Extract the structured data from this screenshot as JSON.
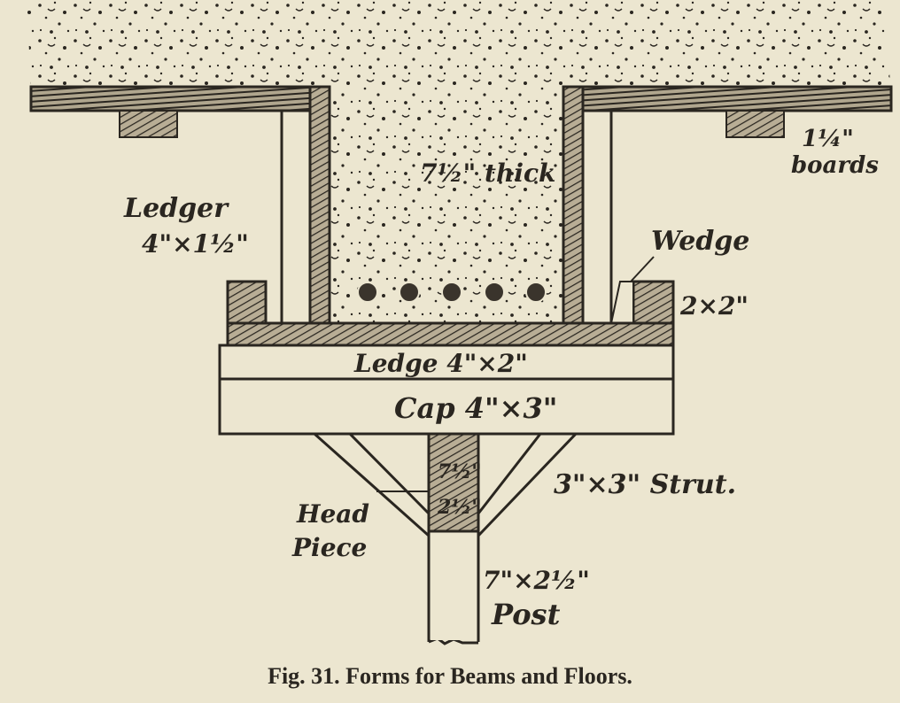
{
  "figure": {
    "caption": "Fig. 31.  Forms for Beams and Floors.",
    "colors": {
      "paper": "#ece6d0",
      "ink": "#2a2620",
      "wood": "#8a8070"
    }
  },
  "labels": {
    "slab_thickness": "7½\" thick",
    "boards_size": "1¼\"",
    "boards": "boards",
    "ledger": "Ledger",
    "ledger_size": "4\"×1½\"",
    "wedge": "Wedge",
    "block_size": "2×2\"",
    "ledge": "Ledge 4\"×2\"",
    "cap": "Cap 4\"×3\"",
    "strut": "3\"×3\" Strut.",
    "head": "Head",
    "piece": "Piece",
    "post_size": "7\"×2½\"",
    "post": "Post",
    "head_dim_1": "7½\"",
    "head_dim_2": "2½\""
  }
}
